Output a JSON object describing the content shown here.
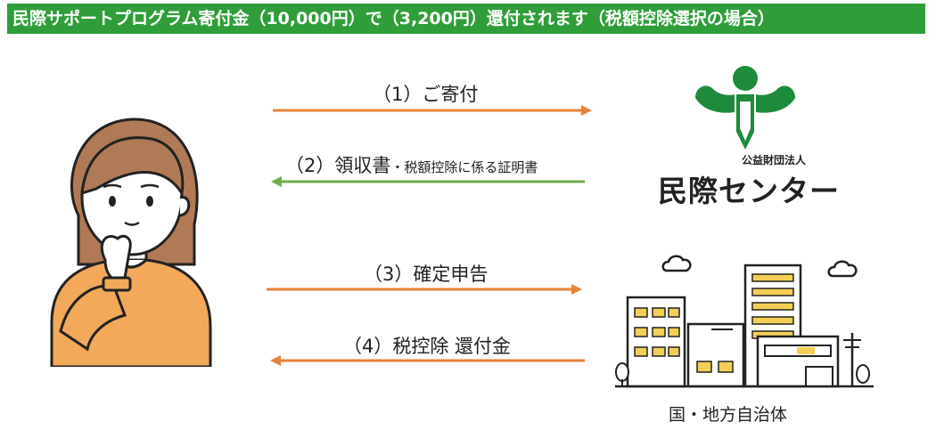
{
  "banner": {
    "title": "民際サポートプログラム寄付金（10,000円）で（3,200円）還付されます（税額控除選択の場合）"
  },
  "steps": {
    "s1": "（1）ご寄付",
    "s2": "（2）領収書",
    "s2_small": "・税額控除に係る証明書",
    "s3": "（3）確定申告",
    "s4": "（4）税控除 還付金"
  },
  "org": {
    "sub": "公益財団法人",
    "name": "民際センター"
  },
  "gov": {
    "label": "国・地方自治体"
  },
  "colors": {
    "banner": "#2f9e3a",
    "orange_arrow": "#e9823a",
    "green_arrow": "#6fae4a",
    "logo_green": "#1e8a3c"
  }
}
